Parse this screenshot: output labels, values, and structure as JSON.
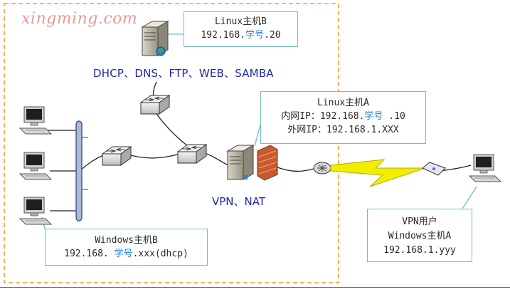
{
  "watermark": "xingming.com",
  "services_label": "DHCP、DNS、FTP、WEB、SAMBA",
  "vpn_nat_label": "VPN、NAT",
  "linux_b": {
    "name": "Linux主机B",
    "ip_prefix": "192.168.",
    "ip_mid": "学号",
    "ip_suffix": ".20"
  },
  "linux_a": {
    "name": "Linux主机A",
    "inner_prefix": "内网IP：192.168.",
    "inner_mid": "学号",
    "inner_suffix": " .10",
    "outer": "外网IP：192.168.1.XXX"
  },
  "windows_b": {
    "name": "Windows主机B",
    "ip_prefix": "192.168. ",
    "ip_mid": "学号",
    "ip_suffix": ".xxx(dhcp)"
  },
  "vpn_user": {
    "line1": "VPN用户",
    "line2": "Windows主机A",
    "line3": "192.168.1.yyy"
  },
  "colors": {
    "dashed_border": "#f0a030",
    "accent_text": "#1e7fd8",
    "callout_border": "#6fbfc5",
    "lightning": "#f2ee00",
    "firewall": "#c85a30",
    "label_blue": "#1d2aa3"
  },
  "icons": [
    "pc-icon",
    "server-icon",
    "switch-icon",
    "router-icon",
    "firewall-icon",
    "modem-icon",
    "hub-bus-icon",
    "lightning-link-icon"
  ]
}
